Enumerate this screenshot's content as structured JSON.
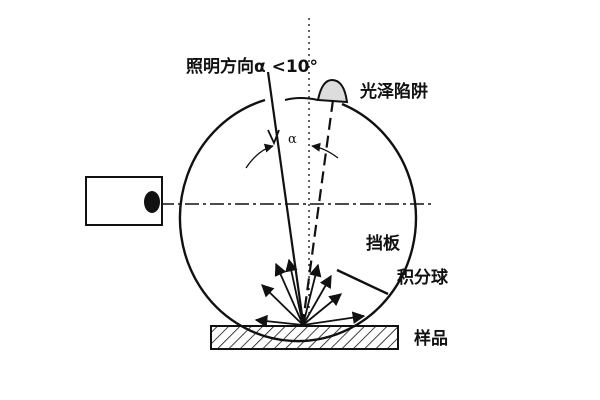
{
  "labels": {
    "illumination_direction": "照明方向α <10°",
    "gloss_trap": "光泽陷阱",
    "alpha": "α",
    "baffle": "挡板",
    "integrating_sphere": "积分球",
    "sample": "样品"
  },
  "colors": {
    "stroke": "#111111",
    "background": "#ffffff"
  }
}
